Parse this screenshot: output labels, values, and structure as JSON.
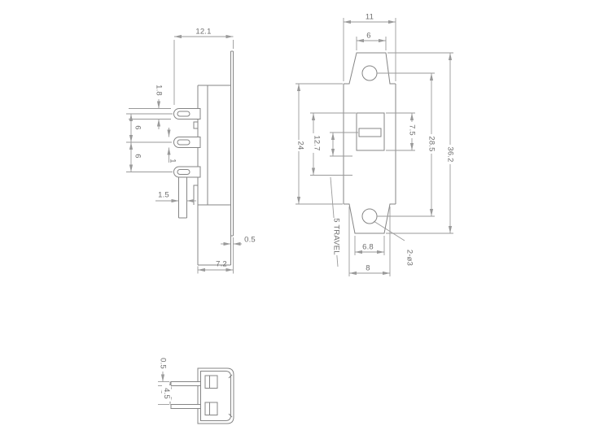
{
  "side_view": {
    "overall_width": "12.1",
    "terminal_thickness": "1.8",
    "terminal_pitch_upper": "6",
    "terminal_pitch_lower": "6",
    "terminal_gauge": "1",
    "bend_terminal_width": "1.5",
    "plate_thickness": "0.5",
    "body_depth": "7.2"
  },
  "front_view": {
    "body_width": "11",
    "tab_top_width": "6",
    "slot_height": "7.5",
    "hole_spacing": "28.5",
    "overall_height": "36.2",
    "body_height": "24",
    "slot_to_stop": "12.7",
    "travel_note": "5 TRAVEL",
    "bottom_tab_lower_width": "6.8",
    "bottom_tab_upper_width": "8",
    "holes_note": "2-ø3"
  },
  "bottom_view": {
    "pin_thickness": "0.5",
    "pin_spacing": "4.5"
  },
  "colors": {
    "outline": "#858585",
    "dimension": "#9a9a9a",
    "text": "#6e6e6e",
    "background": "#ffffff"
  }
}
